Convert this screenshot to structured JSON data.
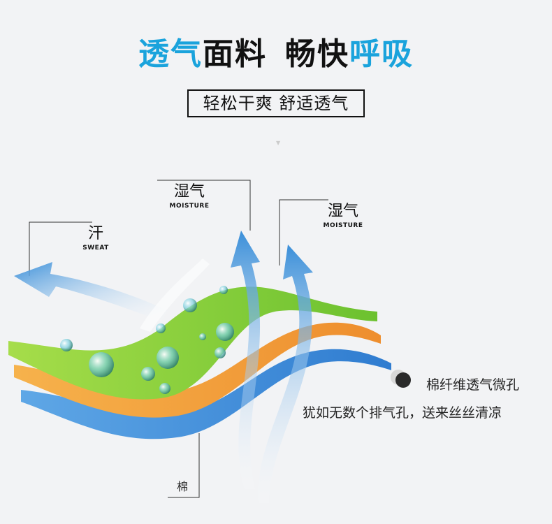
{
  "headline": {
    "part1": "透气",
    "part2": "面料",
    "part3": "畅快",
    "part4": "呼吸"
  },
  "subtitle": "轻松干爽 舒适透气",
  "callouts": {
    "sweat": {
      "cn": "汗",
      "en": "SWEAT"
    },
    "moisture_left": {
      "cn": "湿气",
      "en": "MOISTURE"
    },
    "moisture_right": {
      "cn": "湿气",
      "en": "MOISTURE"
    }
  },
  "cotton_label": "棉",
  "feature": {
    "title": "棉纤维透气微孔",
    "text": "犹如无数个排气孔，送来丝丝清凉"
  },
  "colors": {
    "blue": "#1aa3dc",
    "green_layer": "#8ed43a",
    "orange_layer": "#f0a040",
    "blue_layer": "#3f8fd8"
  }
}
